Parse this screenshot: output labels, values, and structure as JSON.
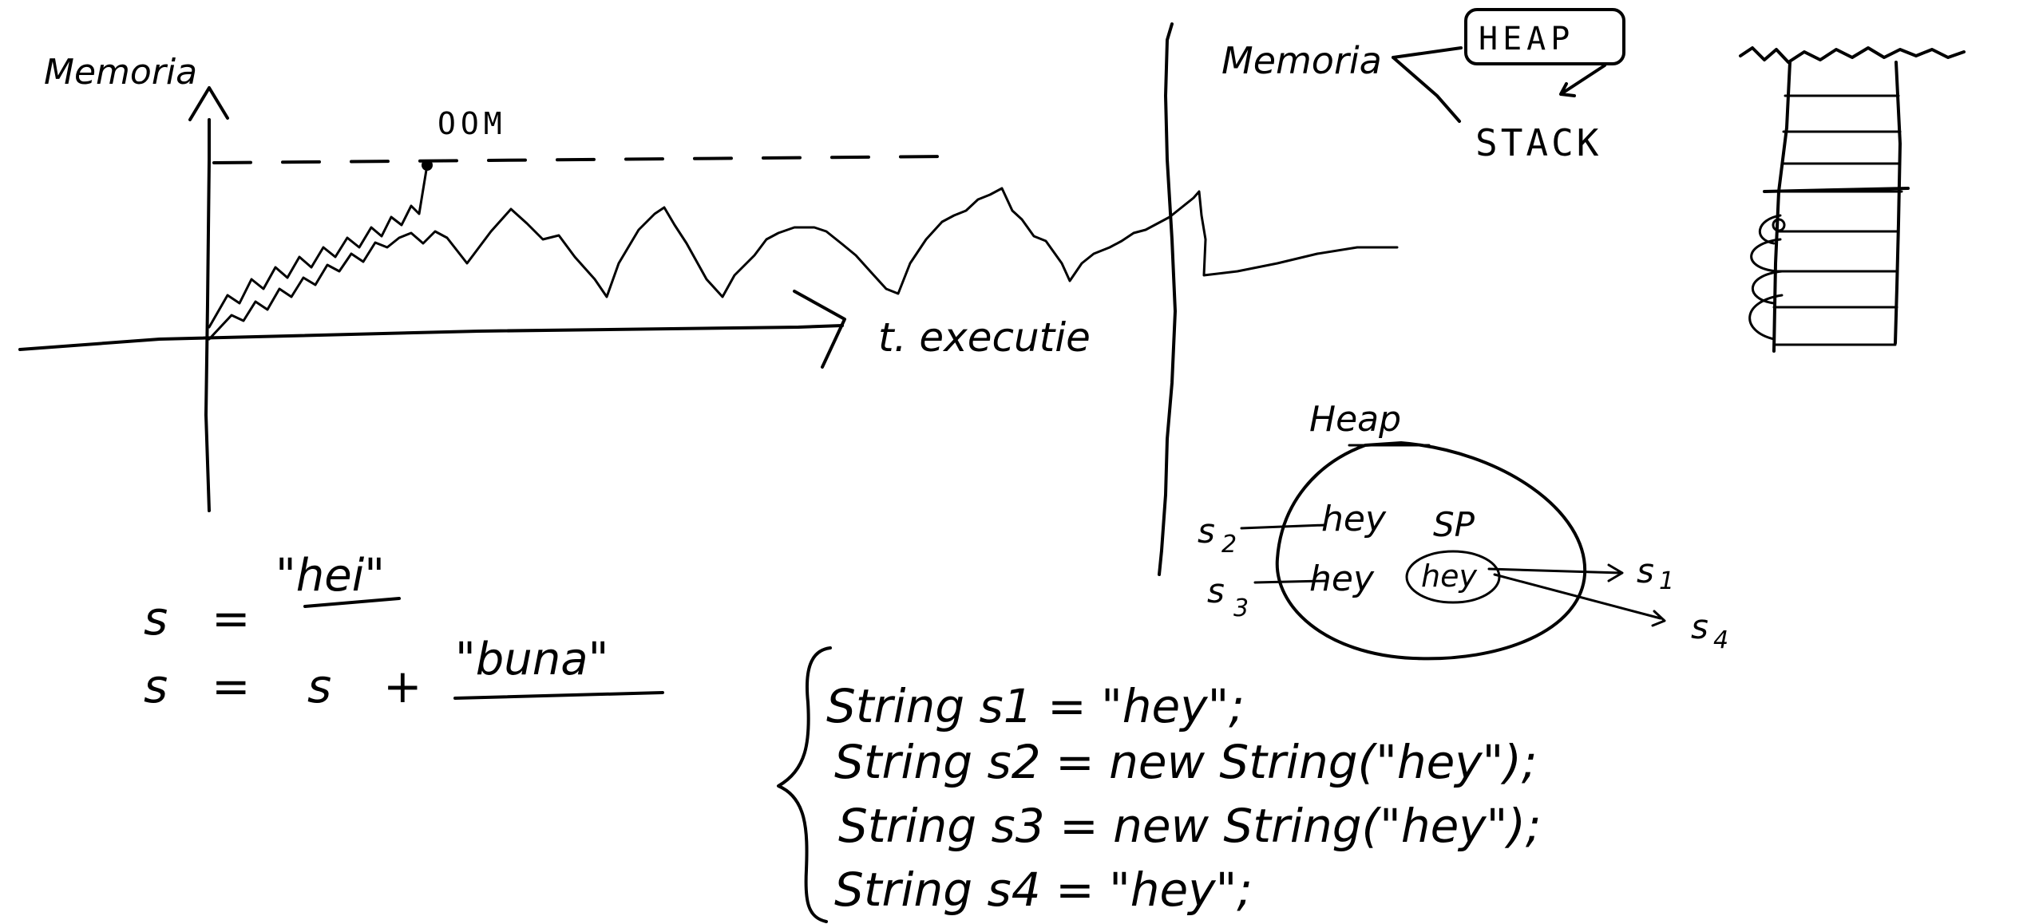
{
  "graph": {
    "y_axis_label": "Memoria",
    "x_axis_label": "t. executie",
    "limit_label": "OOM"
  },
  "assignments": {
    "line1": {
      "lhs": "s",
      "eq": "=",
      "value": "\"hei\""
    },
    "line2": {
      "lhs": "s",
      "eq": "=",
      "rhs": "s",
      "plus": "+",
      "value": "\"buna\""
    }
  },
  "memory_split": {
    "root": "Memoria",
    "heap": "HEAP",
    "stack": "STACK"
  },
  "heap_diagram": {
    "title": "Heap",
    "pool_label": "SP",
    "objects": [
      "hey",
      "hey",
      "hey"
    ],
    "refs": [
      "s2",
      "s3",
      "s1",
      "s4"
    ]
  },
  "code": {
    "lines": [
      "String s1 = \"hey\";",
      "String s2 = new String(\"hey\");",
      "String s3 = new String(\"hey\");",
      "String s4 = \"hey\";"
    ]
  }
}
